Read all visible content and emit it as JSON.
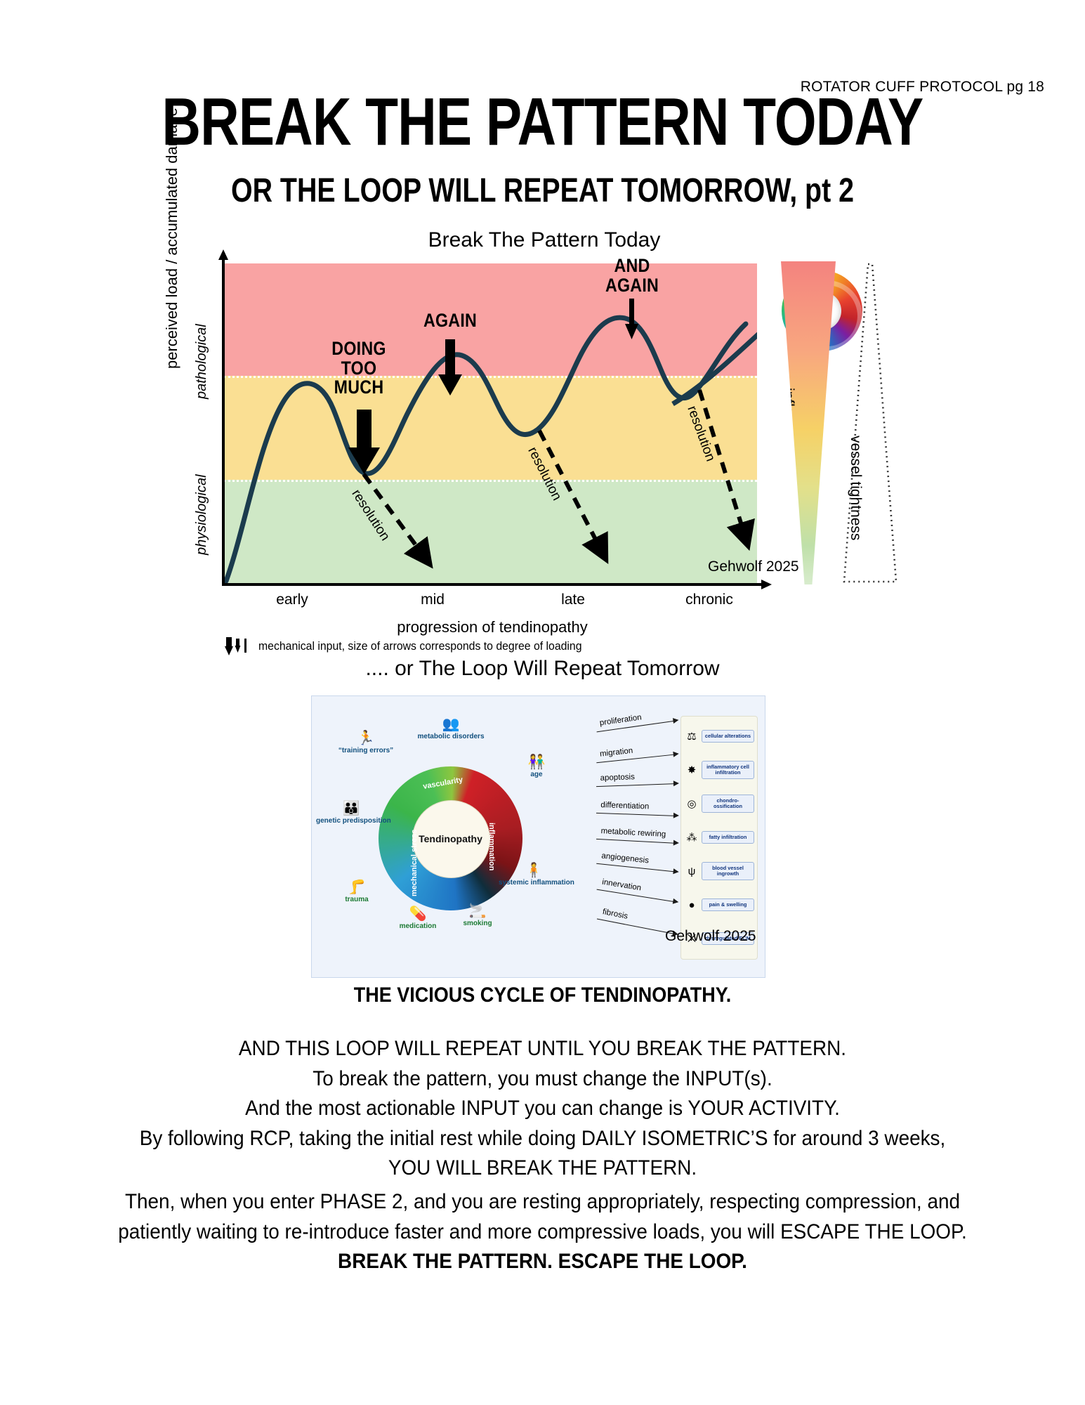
{
  "header": {
    "page_label": "ROTATOR CUFF PROTOCOL pg 18",
    "title": "BREAK THE PATTERN TODAY",
    "subtitle": "OR THE LOOP WILL REPEAT TOMORROW, pt 2"
  },
  "figure1": {
    "title": "Break The Pattern Today",
    "y_axis_label": "perceived load / accumulated damage",
    "y_zone_upper": "pathological",
    "y_zone_lower": "physiological",
    "x_axis_label": "progression of tendinopathy",
    "x_ticks": [
      "early",
      "mid",
      "late",
      "chronic"
    ],
    "annotations": {
      "a1_line1": "DOING",
      "a1_line2": "TOO",
      "a1_line3": "MUCH",
      "a2": "AGAIN",
      "a3_line1": "AND",
      "a3_line2": "AGAIN",
      "resolution": "resolution"
    },
    "side_bar_inflammation": "inflammation",
    "side_bar_vessel": "vessel tightness",
    "credit": "Gehwolf 2025",
    "legend": "mechanical input, size of arrows corresponds to degree of loading",
    "colors": {
      "pathological_band": "#f9a3a3",
      "middle_band": "#fadf93",
      "physiological_band": "#cfe8c6",
      "curve": "#1b3b4d"
    }
  },
  "chart_data": {
    "type": "line",
    "title": "Break The Pattern Today",
    "xlabel": "progression of tendinopathy",
    "ylabel": "perceived load / accumulated damage",
    "x_tick_labels": [
      "early",
      "mid",
      "late",
      "chronic"
    ],
    "x_tick_positions": [
      0.13,
      0.38,
      0.64,
      0.88
    ],
    "xlim": [
      0,
      1
    ],
    "ylim": [
      0,
      1
    ],
    "grid": false,
    "legend_position": "below-axis",
    "bands": [
      {
        "name": "pathological",
        "y_range": [
          0.65,
          1.0
        ],
        "color": "#f9a3a3"
      },
      {
        "name": "transition",
        "y_range": [
          0.325,
          0.65
        ],
        "color": "#fadf93"
      },
      {
        "name": "physiological",
        "y_range": [
          0.0,
          0.325
        ],
        "color": "#cfe8c6"
      }
    ],
    "series": [
      {
        "name": "perceived load / accumulated damage",
        "color": "#1b3b4d",
        "x": [
          0.0,
          0.06,
          0.13,
          0.19,
          0.25,
          0.32,
          0.38,
          0.44,
          0.5,
          0.56,
          0.62,
          0.68,
          0.74,
          0.8,
          0.86,
          0.93,
          1.0
        ],
        "y": [
          0.02,
          0.3,
          0.52,
          0.56,
          0.34,
          0.42,
          0.63,
          0.7,
          0.48,
          0.55,
          0.78,
          0.9,
          0.84,
          0.7,
          0.78,
          0.9,
          0.96
        ]
      }
    ],
    "annotations": [
      {
        "text": "DOING TOO MUCH",
        "x": 0.19,
        "y": 0.52,
        "type": "load-arrow",
        "arrow_size": "large"
      },
      {
        "text": "AGAIN",
        "x": 0.46,
        "y": 0.7,
        "type": "load-arrow",
        "arrow_size": "medium"
      },
      {
        "text": "AND AGAIN",
        "x": 0.74,
        "y": 0.86,
        "type": "load-arrow",
        "arrow_size": "small"
      },
      {
        "text": "resolution",
        "x": 0.22,
        "y": 0.3,
        "type": "dashed-down-arrow"
      },
      {
        "text": "resolution",
        "x": 0.5,
        "y": 0.3,
        "type": "dashed-down-arrow"
      },
      {
        "text": "resolution",
        "x": 0.78,
        "y": 0.3,
        "type": "dashed-down-arrow"
      }
    ],
    "side_gradients": [
      {
        "label": "inflammation",
        "shape": "triangle-narrowing-down",
        "top_color": "#f4837f",
        "bottom_color": "#cfe8c6"
      },
      {
        "label": "vessel tightness",
        "shape": "triangle-widening-down",
        "style": "dotted-outline"
      }
    ],
    "credit": "Gehwolf 2025"
  },
  "figure2": {
    "section_title": ".... or The Loop Will Repeat Tomorrow",
    "center_label": "Tendinopathy",
    "ring_labels": [
      "vascularity",
      "inflammation",
      "mechanical stress"
    ],
    "input_nodes": [
      {
        "label": "metabolic disorders",
        "icon": "elderly-people-icon",
        "glyph": "👥",
        "color": "blue"
      },
      {
        "label": "“training errors”",
        "icon": "runner-warning-icon",
        "glyph": "🏃",
        "color": "blue"
      },
      {
        "label": "genetic predisposition",
        "icon": "family-group-icon",
        "glyph": "👪",
        "color": "blue"
      },
      {
        "label": "trauma",
        "icon": "injury-leg-icon",
        "glyph": "🦵",
        "color": "green"
      },
      {
        "label": "medication",
        "icon": "pills-hand-icon",
        "glyph": "💊",
        "color": "green"
      },
      {
        "label": "smoking",
        "icon": "cigarettes-icon",
        "glyph": "🚬",
        "color": "green"
      },
      {
        "label": "systemic inflammation",
        "icon": "body-silhouette-icon",
        "glyph": "🧍",
        "color": "blue"
      },
      {
        "label": "age",
        "icon": "elderly-couple-icon",
        "glyph": "👫",
        "color": "blue"
      }
    ],
    "processes": [
      "proliferation",
      "migration",
      "apoptosis",
      "differentiation",
      "metabolic rewiring",
      "angiogenesis",
      "innervation",
      "fibrosis"
    ],
    "outcomes": [
      {
        "label": "cellular alterations",
        "icon": "seesaw-balance-icon",
        "glyph": "⚖"
      },
      {
        "label": "inflammatory cell infiltration",
        "icon": "immune-cell-icon",
        "glyph": "✸"
      },
      {
        "label": "chondro-ossification",
        "icon": "chondrocyte-cell-icon",
        "glyph": "◎"
      },
      {
        "label": "fatty infiltration",
        "icon": "fat-cells-icon",
        "glyph": "⁂"
      },
      {
        "label": "blood vessel ingrowth",
        "icon": "blood-vessel-icon",
        "glyph": "ψ"
      },
      {
        "label": "pain & swelling",
        "icon": "pain-hotspot-icon",
        "glyph": "●"
      },
      {
        "label": "dysregulated ECM",
        "icon": "collagen-fibers-icon",
        "glyph": "⨉"
      }
    ],
    "credit": "Gehwolf 2025",
    "caption": "THE VICIOUS CYCLE OF TENDINOPATHY."
  },
  "body": {
    "block1": [
      "AND THIS LOOP WILL REPEAT UNTIL YOU BREAK THE PATTERN.",
      "To break the pattern, you must change the INPUT(s).",
      "And the most actionable INPUT you can change is YOUR ACTIVITY.",
      "By following RCP, taking the initial rest while doing DAILY ISOMETRIC’S for around 3 weeks,",
      "YOU WILL BREAK THE PATTERN."
    ],
    "block2": [
      "Then, when you enter PHASE 2, and you are resting appropriately, respecting compression, and",
      "patiently waiting to re-introduce faster and more compressive loads, you will ESCAPE THE LOOP."
    ],
    "block2_bold": "BREAK THE PATTERN. ESCAPE THE LOOP."
  }
}
